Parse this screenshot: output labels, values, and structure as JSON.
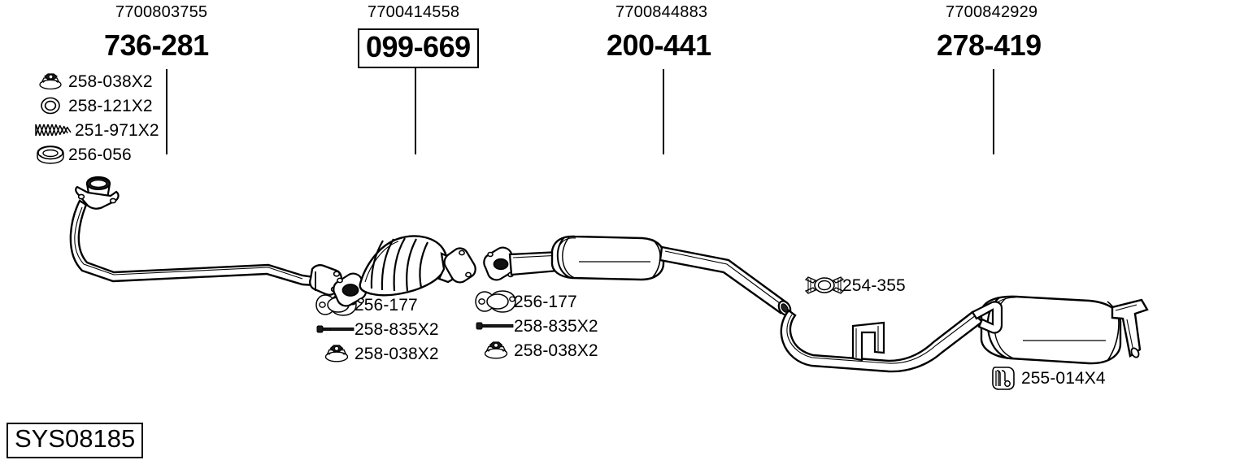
{
  "diagram": {
    "type": "exhaust-system-parts-diagram",
    "system_code": "SYS08185",
    "background_color": "#ffffff",
    "line_color": "#000000"
  },
  "groups": [
    {
      "id": "front-pipe",
      "oe_code": "7700803755",
      "ref_code": "736-281",
      "boxed": false,
      "parts": [
        {
          "icon": "flange-nut-icon",
          "code": "258-038X2"
        },
        {
          "icon": "washer-ring-icon",
          "code": "258-121X2"
        },
        {
          "icon": "coil-spring-icon",
          "code": "251-971X2"
        },
        {
          "icon": "seal-ring-icon",
          "code": "256-056"
        }
      ]
    },
    {
      "id": "catalytic-converter",
      "oe_code": "7700414558",
      "ref_code": "099-669",
      "boxed": true,
      "parts": [
        {
          "icon": "gasket-flange-icon",
          "code": "256-177"
        },
        {
          "icon": "bolt-icon",
          "code": "258-835X2"
        },
        {
          "icon": "flange-nut-icon",
          "code": "258-038X2"
        }
      ]
    },
    {
      "id": "centre-silencer",
      "oe_code": "7700844883",
      "ref_code": "200-441",
      "boxed": false,
      "parts": [
        {
          "icon": "gasket-flange-icon",
          "code": "256-177"
        },
        {
          "icon": "bolt-icon",
          "code": "258-835X2"
        },
        {
          "icon": "flange-nut-icon",
          "code": "258-038X2"
        }
      ]
    },
    {
      "id": "rear-silencer",
      "oe_code": "7700842929",
      "ref_code": "278-419",
      "boxed": false,
      "parts": [
        {
          "icon": "pipe-clamp-icon",
          "code": "254-355"
        },
        {
          "icon": "rubber-hanger-icon",
          "code": "255-014X4"
        }
      ]
    }
  ],
  "loose_parts": [
    {
      "icon": "pipe-clamp-icon",
      "code": "254-355"
    },
    {
      "icon": "rubber-hanger-icon",
      "code": "255-014X4"
    }
  ]
}
